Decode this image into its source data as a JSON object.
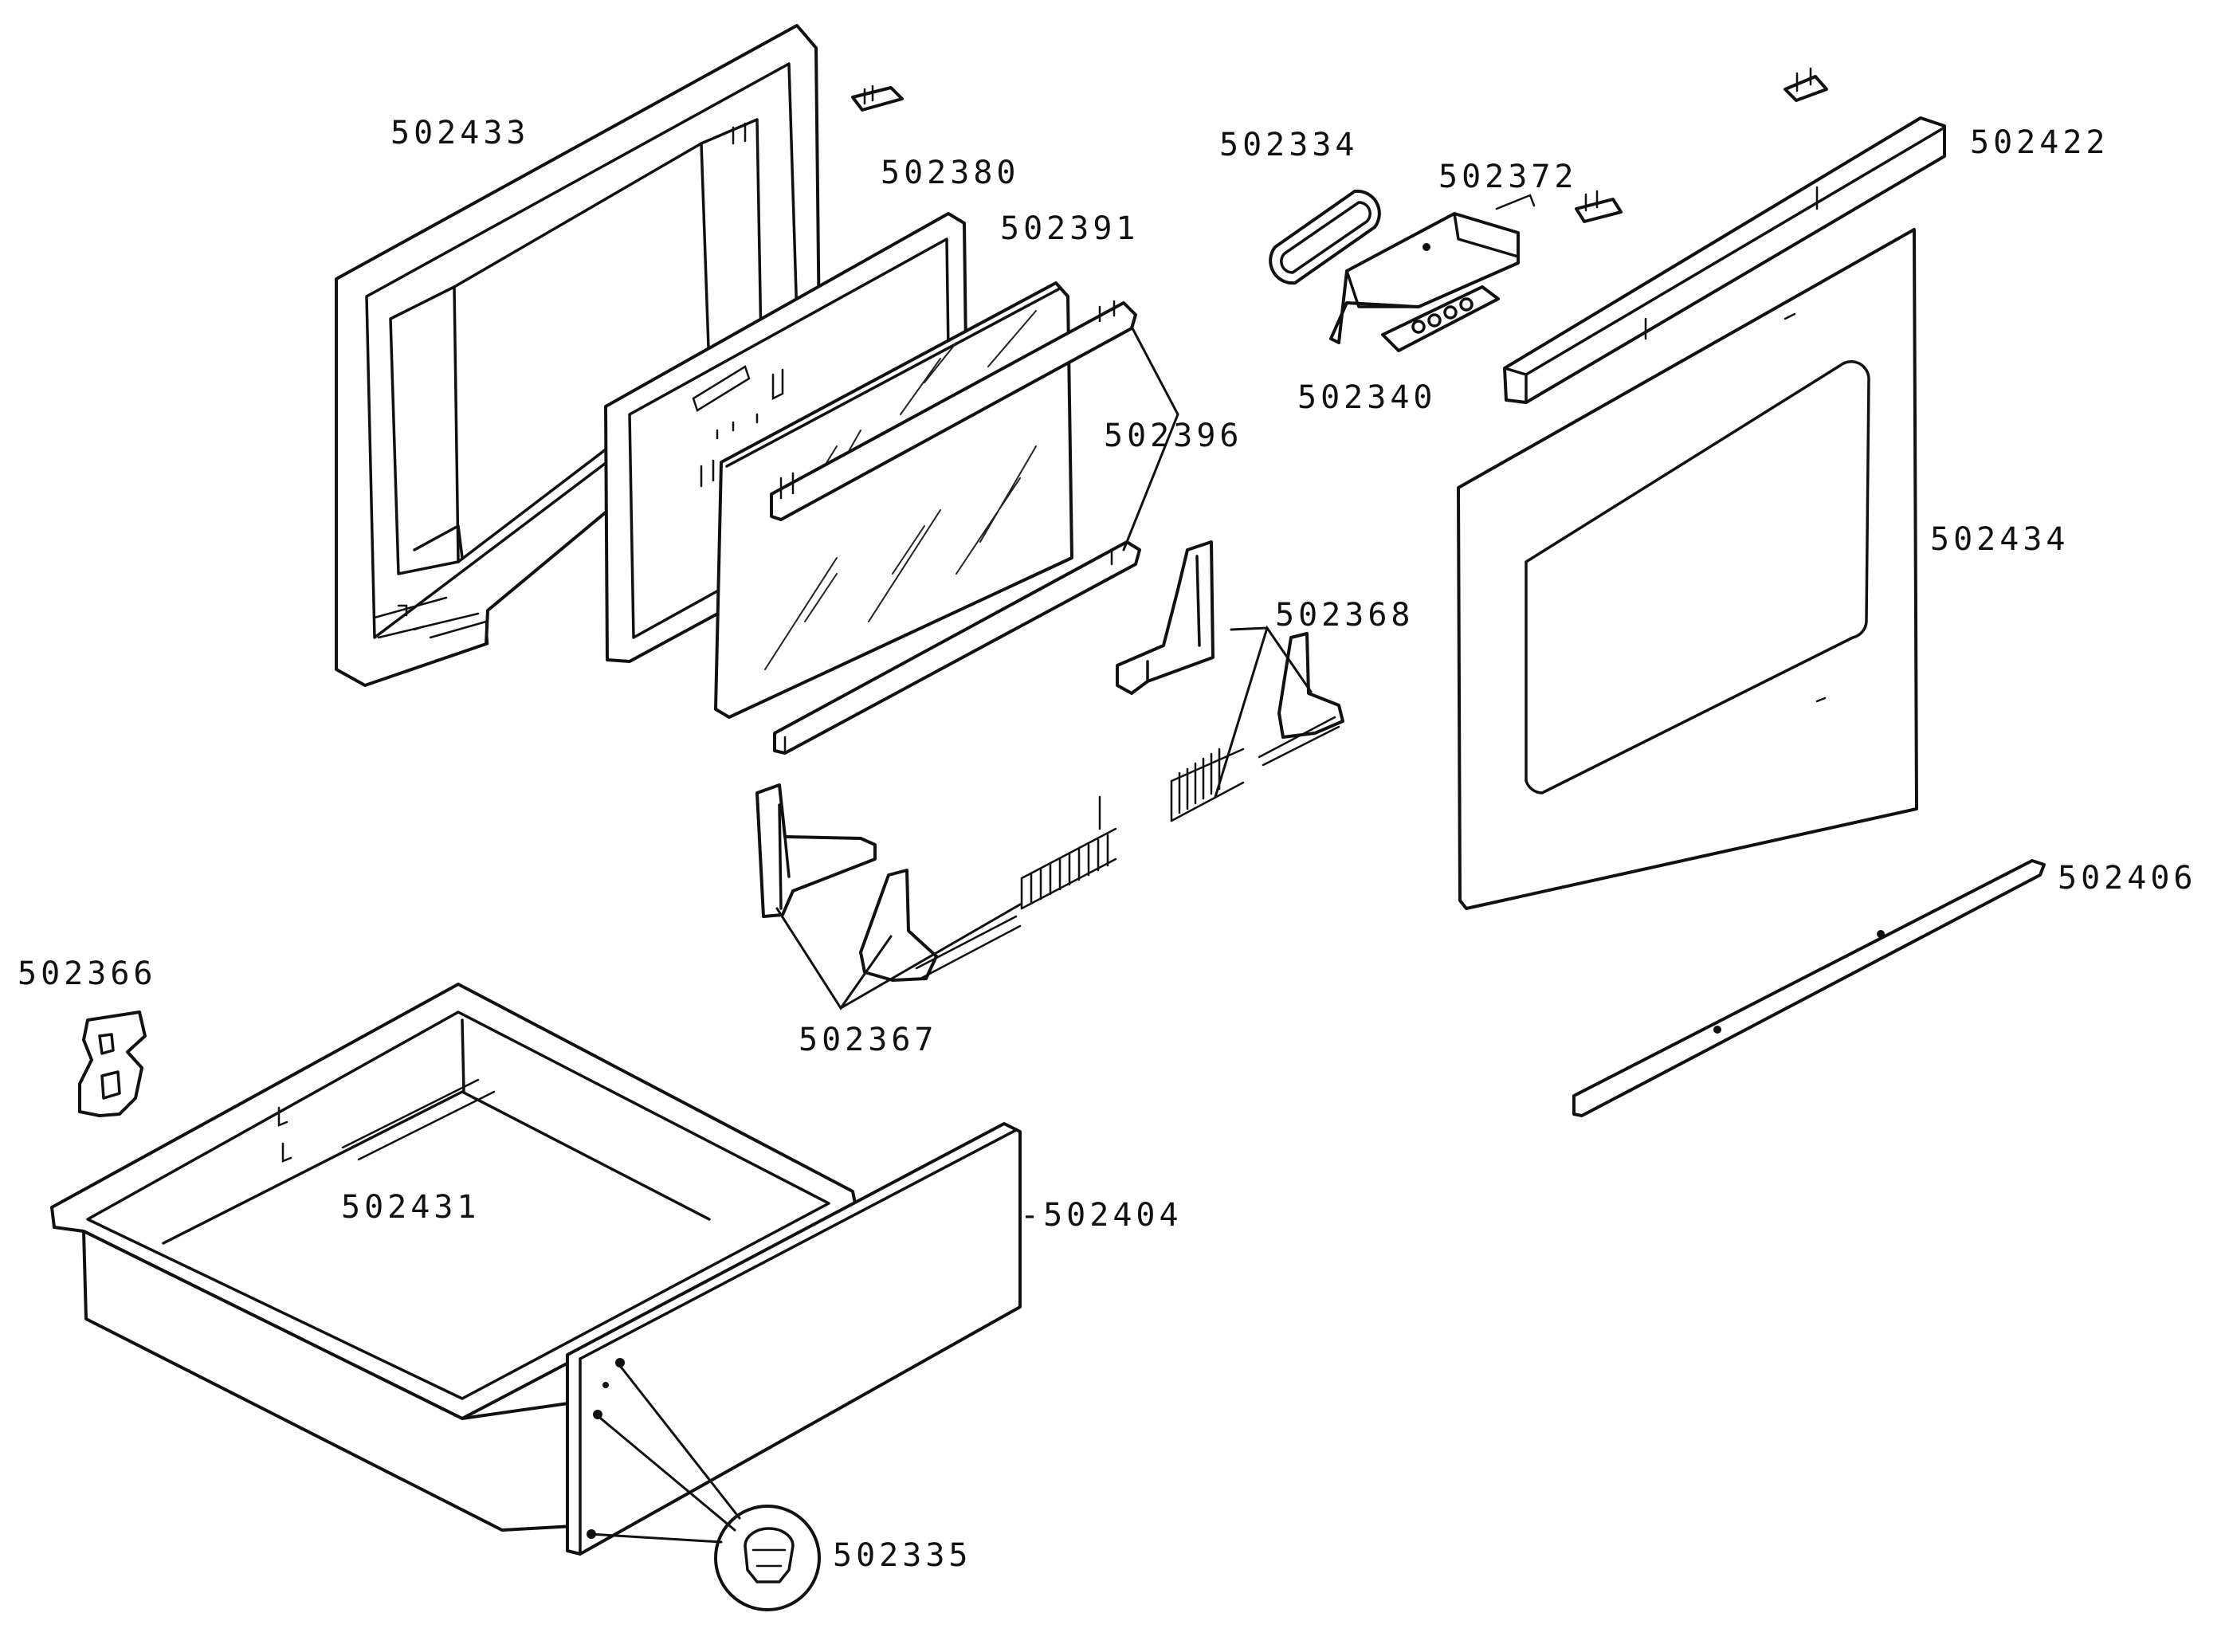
{
  "labels": {
    "l_502433": "502433",
    "l_502380": "502380",
    "l_502391": "502391",
    "l_502396": "502396",
    "l_502334": "502334",
    "l_502372": "502372",
    "l_502340": "502340",
    "l_502422": "502422",
    "l_502434": "502434",
    "l_502368": "502368",
    "l_502406": "502406",
    "l_502366": "502366",
    "l_502367": "502367",
    "l_502431": "502431",
    "l_502404": "-502404",
    "l_502335": "502335"
  }
}
